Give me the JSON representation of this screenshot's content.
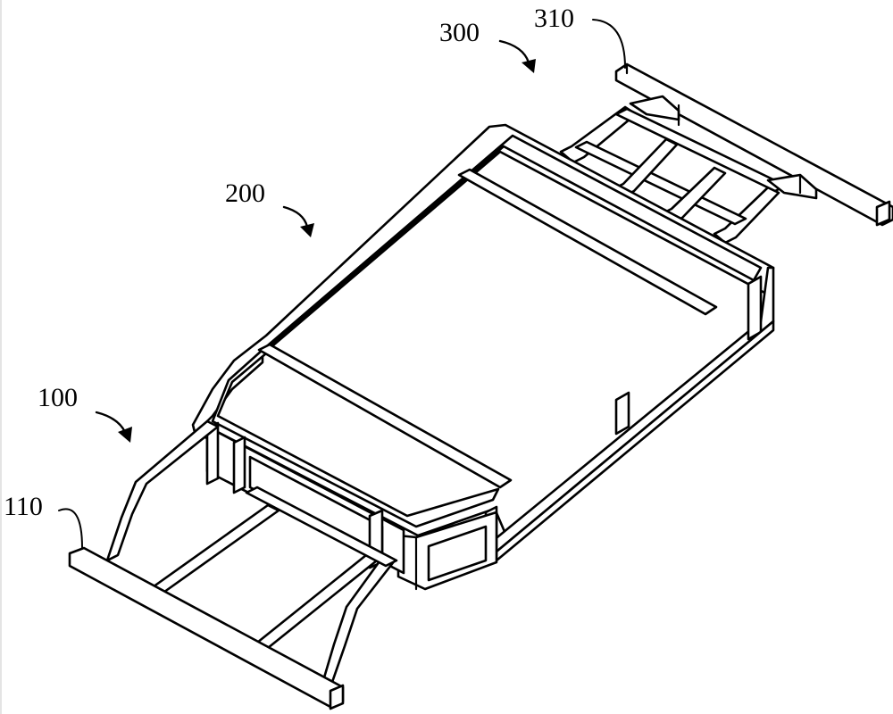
{
  "labels": {
    "front_frame": "100",
    "front_crossbar": "110",
    "middle_frame": "200",
    "rear_frame": "300",
    "rear_crossbar": "310"
  }
}
